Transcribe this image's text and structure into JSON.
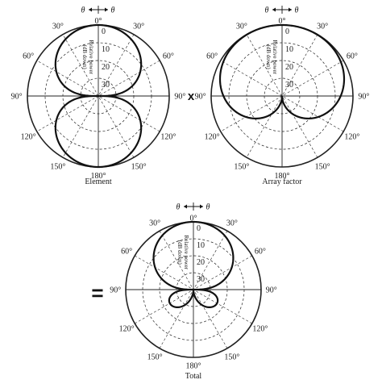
{
  "diagrams": [
    {
      "id": "element",
      "caption": "Element",
      "pattern": "element",
      "theta_symbols": [
        "θ",
        "θ"
      ],
      "angle_labels": [
        "0°",
        "30°",
        "30°",
        "60°",
        "60°",
        "90°",
        "90°",
        "120°",
        "120°",
        "150°",
        "150°",
        "180°"
      ],
      "ring_labels": [
        "0",
        "10",
        "20",
        "30"
      ],
      "radial_axis_title": [
        "Relative power",
        "(dB down)"
      ]
    },
    {
      "id": "array-factor",
      "caption": "Array factor",
      "pattern": "array",
      "theta_symbols": [
        "θ",
        "θ"
      ],
      "angle_labels": [
        "0°",
        "30°",
        "30°",
        "60°",
        "60°",
        "90°",
        "90°",
        "120°",
        "120°",
        "150°",
        "150°",
        "180°"
      ],
      "ring_labels": [
        "0",
        "10",
        "20",
        "30"
      ],
      "radial_axis_title": [
        "Relative power",
        "(dB down)"
      ]
    },
    {
      "id": "total",
      "caption": "Total",
      "pattern": "total",
      "theta_symbols": [
        "θ",
        "θ"
      ],
      "angle_labels": [
        "0°",
        "30°",
        "30°",
        "60°",
        "60°",
        "90°",
        "90°",
        "120°",
        "120°",
        "150°",
        "150°",
        "180°"
      ],
      "ring_labels": [
        "0",
        "10",
        "20",
        "30"
      ],
      "radial_axis_title": [
        "Relative power",
        "(dB down)"
      ]
    }
  ],
  "operators": {
    "multiply": "x",
    "equals": "="
  }
}
